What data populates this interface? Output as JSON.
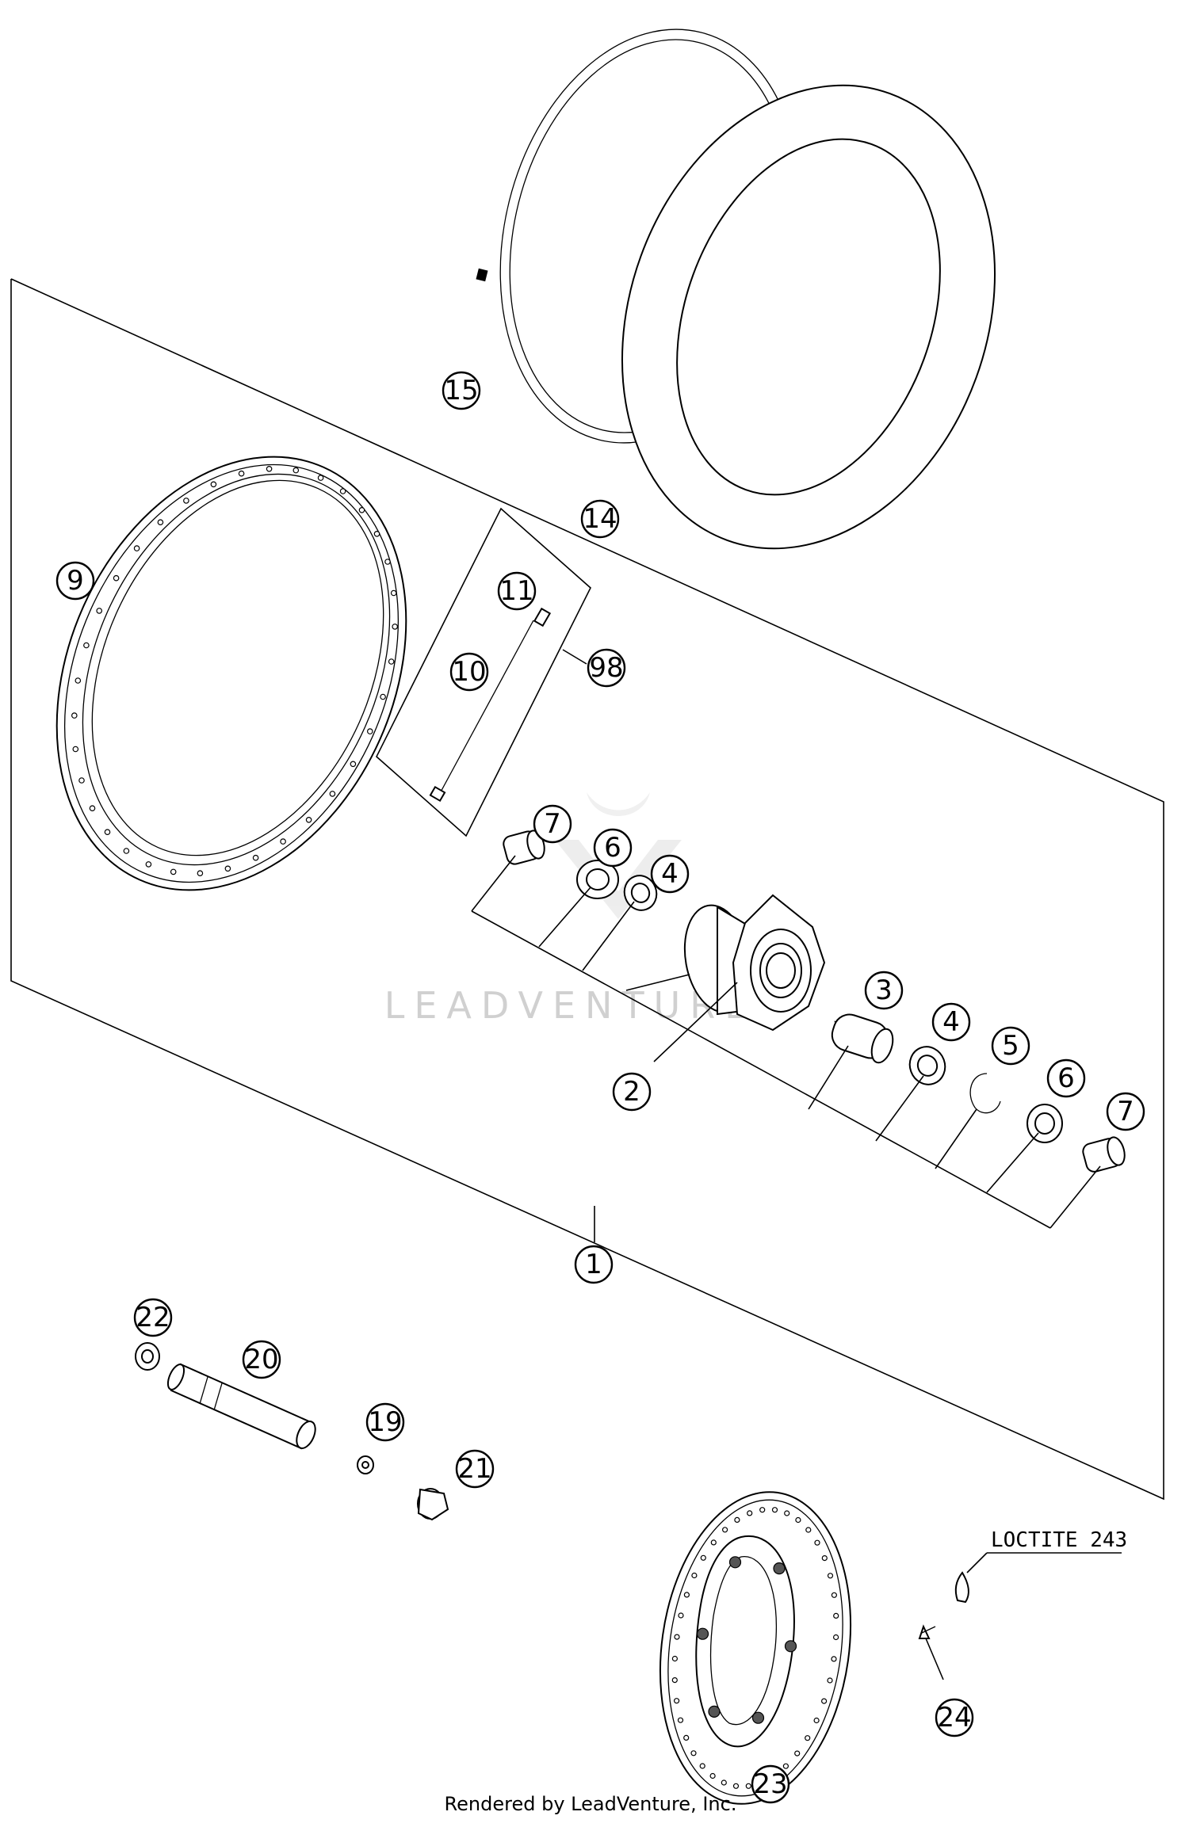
{
  "watermark": "LEADVENTURE",
  "footer": "Rendered by LeadVenture, Inc.",
  "note": "LOCTITE 243",
  "callouts": {
    "c1": "1",
    "c2": "2",
    "c3a": "3",
    "c4a": "4",
    "c4b": "4",
    "c5": "5",
    "c6a": "6",
    "c6b": "6",
    "c7a": "7",
    "c7b": "7",
    "c9": "9",
    "c10": "10",
    "c11": "11",
    "c14": "14",
    "c15": "15",
    "c19": "19",
    "c20": "20",
    "c21": "21",
    "c22": "22",
    "c23": "23",
    "c24": "24",
    "c98": "98"
  }
}
